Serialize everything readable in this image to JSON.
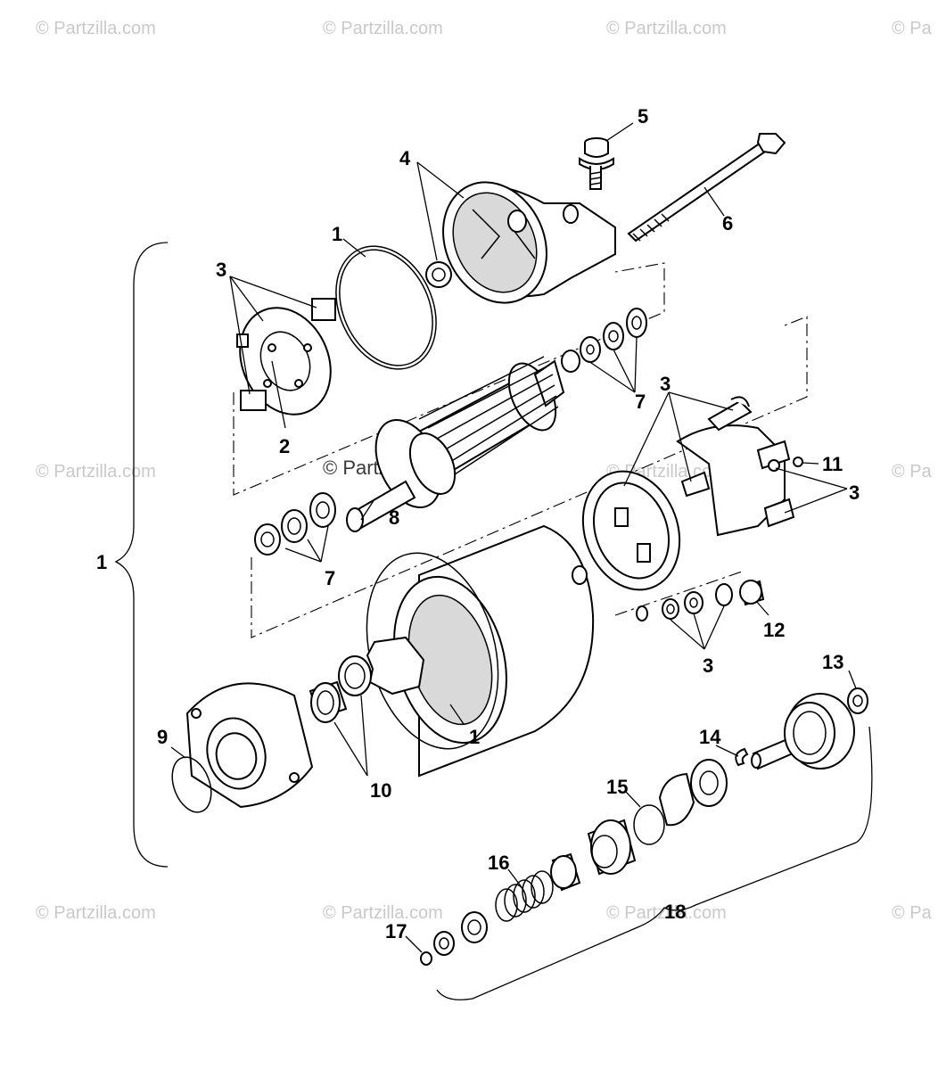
{
  "watermarks": {
    "text": "© Partzilla.com",
    "edge_text": "© Pa",
    "center_text": "© Partzilla.com"
  },
  "callouts": {
    "c1_top": "1",
    "c1_brace": "1",
    "c1_bottom": "1",
    "c2": "2",
    "c3_top_left": "3",
    "c3_right_top": "3",
    "c3_right": "3",
    "c3_bottom": "3",
    "c4": "4",
    "c5": "5",
    "c6": "6",
    "c7_top": "7",
    "c7_left": "7",
    "c8": "8",
    "c9": "9",
    "c10": "10",
    "c11": "11",
    "c12": "12",
    "c13": "13",
    "c14": "14",
    "c15": "15",
    "c16": "16",
    "c17": "17",
    "c18": "18"
  }
}
